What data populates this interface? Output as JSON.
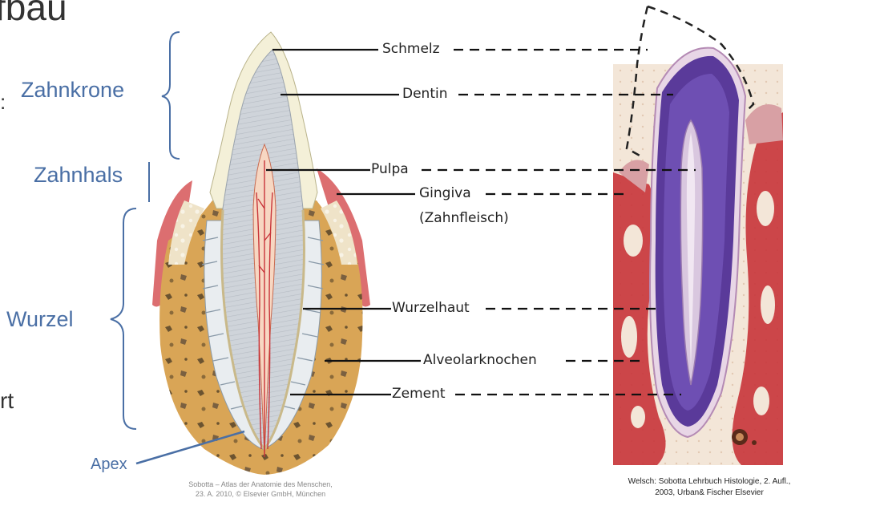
{
  "page": {
    "title": "fbau",
    "left_edge_fragments": [
      ":",
      "rt"
    ]
  },
  "regions": {
    "crown": "Zahnkrone",
    "neck": "Zahnhals",
    "root": "Wurzel",
    "apex": "Apex"
  },
  "structures": {
    "enamel": "Schmelz",
    "dentin": "Dentin",
    "pulp": "Pulpa",
    "gingiva": "Gingiva",
    "gingiva_sub": "(Zahnfleisch)",
    "root_membrane": "Wurzelhaut",
    "alveolar_bone": "Alveolarknochen",
    "cementum": "Zement"
  },
  "credits": {
    "left_line1": "Sobotta – Atlas der Anatomie des Menschen,",
    "left_line2": "23. A. 2010, © Elsevier GmbH, München",
    "right_line1": "Welsch: Sobotta Lehrbuch Histologie, 2. Aufl.,",
    "right_line2": "2003, Urban& Fischer  Elsevier"
  },
  "colors": {
    "region_label": "#4a6fa5",
    "bone": "#d9a556",
    "gingiva": "#d9666a",
    "stain_purple": "#5a3a9a",
    "stain_red": "#c8343a"
  }
}
